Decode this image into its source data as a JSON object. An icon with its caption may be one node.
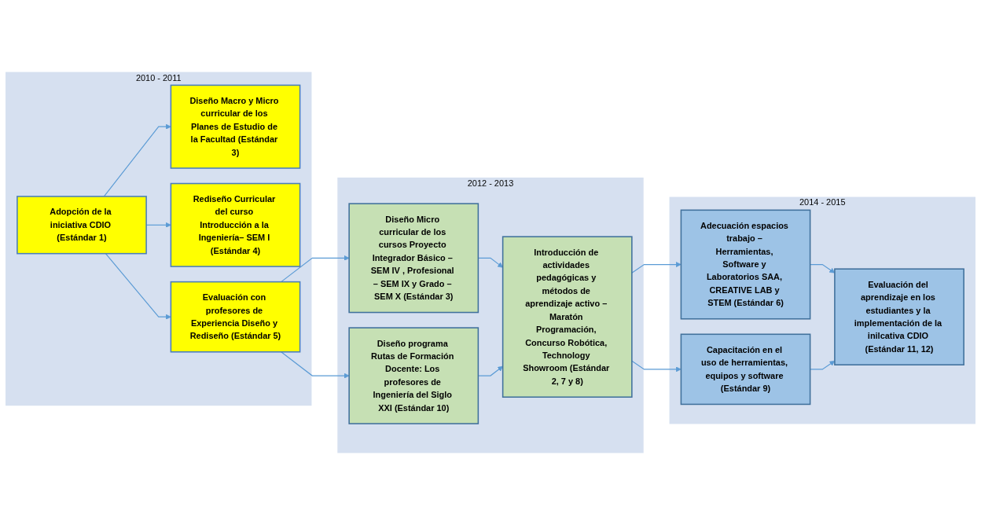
{
  "diagram": {
    "nodes": [
      {
        "text": [
          "2010 - 2011"
        ]
      },
      {
        "text": [
          "Adopción de la iniciativa CDIO (Estándar 1)"
        ],
        "in": 0
      },
      {
        "text": [
          "Diseño Macro y Micro curricular de los Planes de Estudio de la Facultad (Estándar 3)"
        ],
        "in": 0
      },
      {
        "text": [
          "Rediseño Curricular del curso Introducción a la Ingeniería– SEM I (Estándar 4)"
        ],
        "in": 0
      },
      {
        "text": [
          "Evaluación con profesores de Experiencia Diseño y Rediseño (Estándar 5)"
        ],
        "in": 0
      },
      {
        "text": [
          "2012 - 2013"
        ]
      },
      {
        "text": [
          "Diseño Micro curricular de los cursos Proyecto Integrador Básico – SEM IV , Profesional – SEM IX y Grado – SEM X (Estándar 3)"
        ],
        "in": 5
      },
      {
        "text": [
          "Diseño programa Rutas de Formación Docente: Los profesores de Ingeniería del Siglo XXI (Estándar 10)"
        ],
        "in": 5
      },
      {
        "text": [
          "Introducción de actividades pedagógicas y métodos de aprendizaje activo – Maratón Programación, Concurso Robótica, Technology Showroom (Estándar 2, 7 y 8)"
        ],
        "in": 5
      },
      {
        "text": [
          "2014 - 2015"
        ]
      },
      {
        "text": [
          "Adecuación espacios trabajo – Herramientas, Software y Laboratorios SAA, CREATIVE LAB y STEM (Estándar 6)"
        ],
        "in": 9
      },
      {
        "text": [
          "Capacitación en el uso de herramientas, equipos y software (Estándar 9)"
        ],
        "in": 9
      },
      {
        "text": [
          "Evaluación del aprendizaje en los estudiantes y la implementación de la inilcativa CDIO (Estándar 11, 12)"
        ],
        "in": 9
      }
    ],
    "edges": [
      {
        "from": 1,
        "to": 2,
        "arrow": "to"
      },
      {
        "from": 1,
        "to": 3,
        "arrow": "to"
      },
      {
        "from": 1,
        "to": 4,
        "arrow": "to"
      },
      {
        "from": 4,
        "to": 6,
        "arrow": "to"
      },
      {
        "from": 4,
        "to": 7,
        "arrow": "to"
      },
      {
        "from": 6,
        "to": 8,
        "arrow": "to"
      },
      {
        "from": 7,
        "to": 8,
        "arrow": "to"
      },
      {
        "from": 8,
        "to": 10,
        "arrow": "to"
      },
      {
        "from": 8,
        "to": 11,
        "arrow": "to"
      },
      {
        "from": 10,
        "to": 12,
        "arrow": "to"
      },
      {
        "from": 11,
        "to": 12,
        "arrow": "to"
      }
    ]
  }
}
